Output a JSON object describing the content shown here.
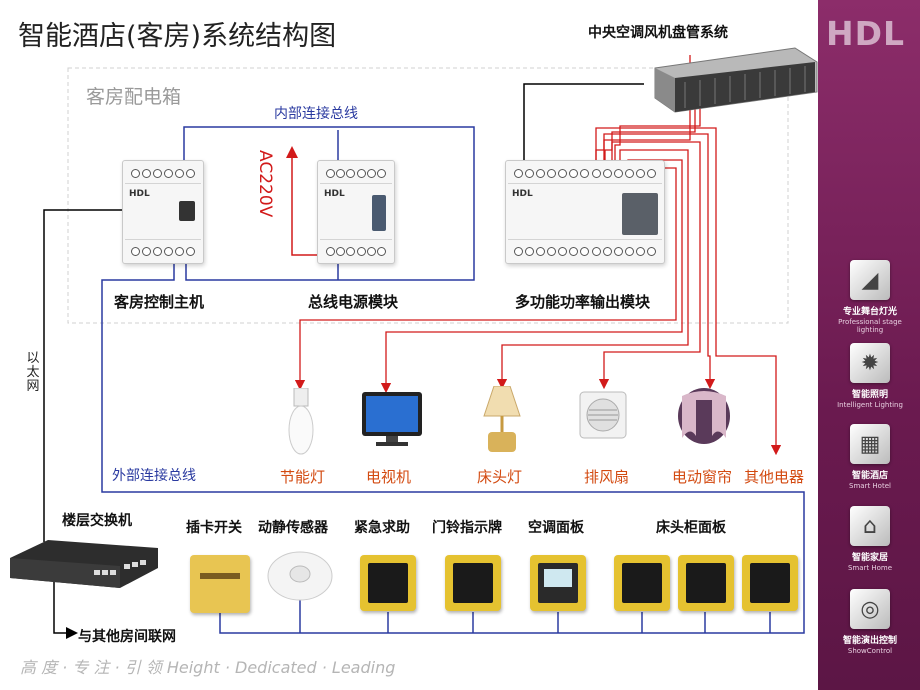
{
  "title": "智能酒店(客房)系统结构图",
  "hvac_system": "中央空调风机盘管系统",
  "box_label": "客房配电箱",
  "inner_bus": "内部连接总线",
  "outer_bus": "外部连接总线",
  "power_label": "AC220V",
  "ethernet": "以太网",
  "modules": [
    {
      "label": "客房控制主机",
      "brand": "HDL"
    },
    {
      "label": "总线电源模块",
      "brand": "HDL"
    },
    {
      "label": "多功能功率输出模块",
      "brand": "HDL"
    }
  ],
  "loads": [
    "节能灯",
    "电视机",
    "床头灯",
    "排风扇",
    "电动窗帘",
    "其他电器"
  ],
  "switch_label": "楼层交换机",
  "switch_note": "与其他房间联网",
  "devices": [
    "插卡开关",
    "动静传感器",
    "紧急求助",
    "门铃指示牌",
    "空调面板",
    "床头柜面板"
  ],
  "slogan": "高 度 · 专 注 · 引 领    Height · Dedicated · Leading",
  "brand": {
    "logo": "HDL"
  },
  "sidebar": [
    {
      "zh": "专业舞台灯光",
      "en": "Professional stage lighting",
      "icon": "stage-light-icon"
    },
    {
      "zh": "智能照明",
      "en": "Intelligent Lighting",
      "icon": "bulb-icon"
    },
    {
      "zh": "智能酒店",
      "en": "Smart Hotel",
      "icon": "hotel-icon"
    },
    {
      "zh": "智能家居",
      "en": "Smart Home",
      "icon": "home-icon"
    },
    {
      "zh": "智能演出控制",
      "en": "ShowControl",
      "icon": "show-icon"
    }
  ],
  "colors": {
    "bus": "#2a3aa0",
    "power": "#d21a1a",
    "load_text": "#d34a10",
    "sidebar": "#7a2160"
  }
}
